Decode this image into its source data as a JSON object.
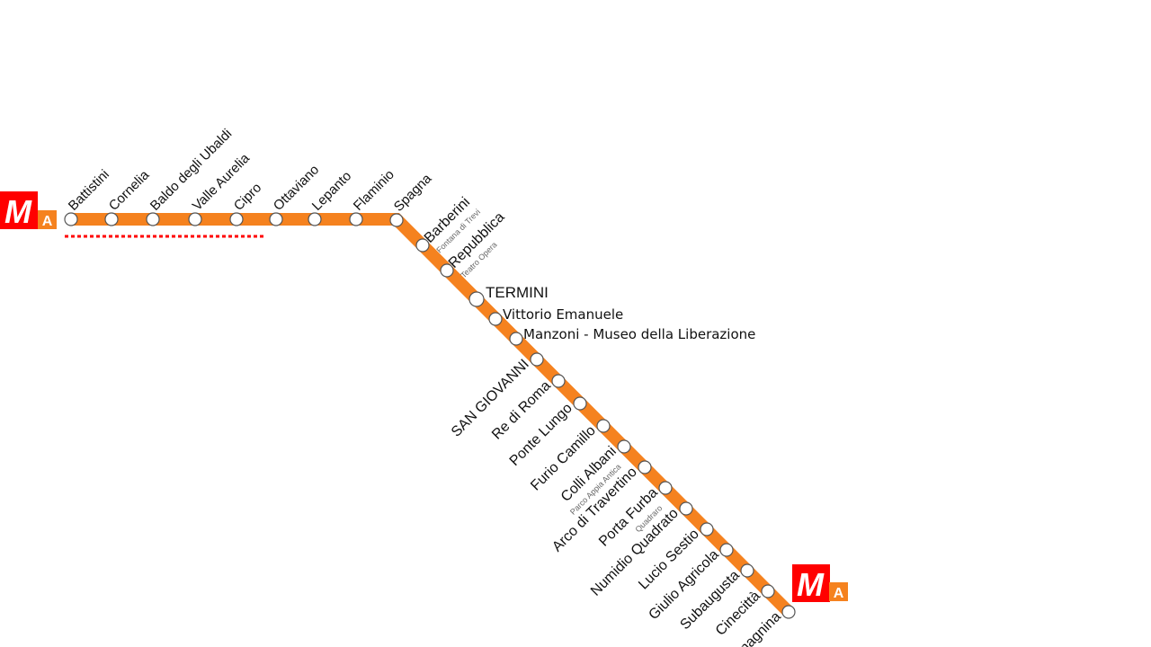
{
  "line": {
    "name": "A",
    "logo_letter": "M",
    "color": "#f5821f",
    "logo_color": "#ff0000"
  },
  "stations": [
    {
      "name": "Battistini"
    },
    {
      "name": "Cornelia"
    },
    {
      "name": "Baldo degli Ubaldi"
    },
    {
      "name": "Valle Aurelia"
    },
    {
      "name": "Cipro"
    },
    {
      "name": "Ottaviano"
    },
    {
      "name": "Lepanto"
    },
    {
      "name": "Flaminio"
    },
    {
      "name": "Spagna"
    },
    {
      "name": "Barberini",
      "sub": "Fontana di Trevi"
    },
    {
      "name": "Repubblica",
      "sub": "Teatro Opera"
    },
    {
      "name": "TERMINI"
    },
    {
      "name": "Vittorio Emanuele"
    },
    {
      "name": "Manzoni - Museo della Liberazione"
    },
    {
      "name": "SAN GIOVANNI"
    },
    {
      "name": "Re di Roma"
    },
    {
      "name": "Ponte Lungo"
    },
    {
      "name": "Furio Camillo"
    },
    {
      "name": "Colli Albani",
      "sub": "Parco Appia Antica"
    },
    {
      "name": "Arco di Travertino"
    },
    {
      "name": "Porta Furba",
      "sub": "Quadraro"
    },
    {
      "name": "Numidio Quadrato"
    },
    {
      "name": "Lucio Sestio"
    },
    {
      "name": "Giulio Agricola"
    },
    {
      "name": "Subaugusta"
    },
    {
      "name": "Cinecittà"
    },
    {
      "name": "Anagnina"
    }
  ]
}
